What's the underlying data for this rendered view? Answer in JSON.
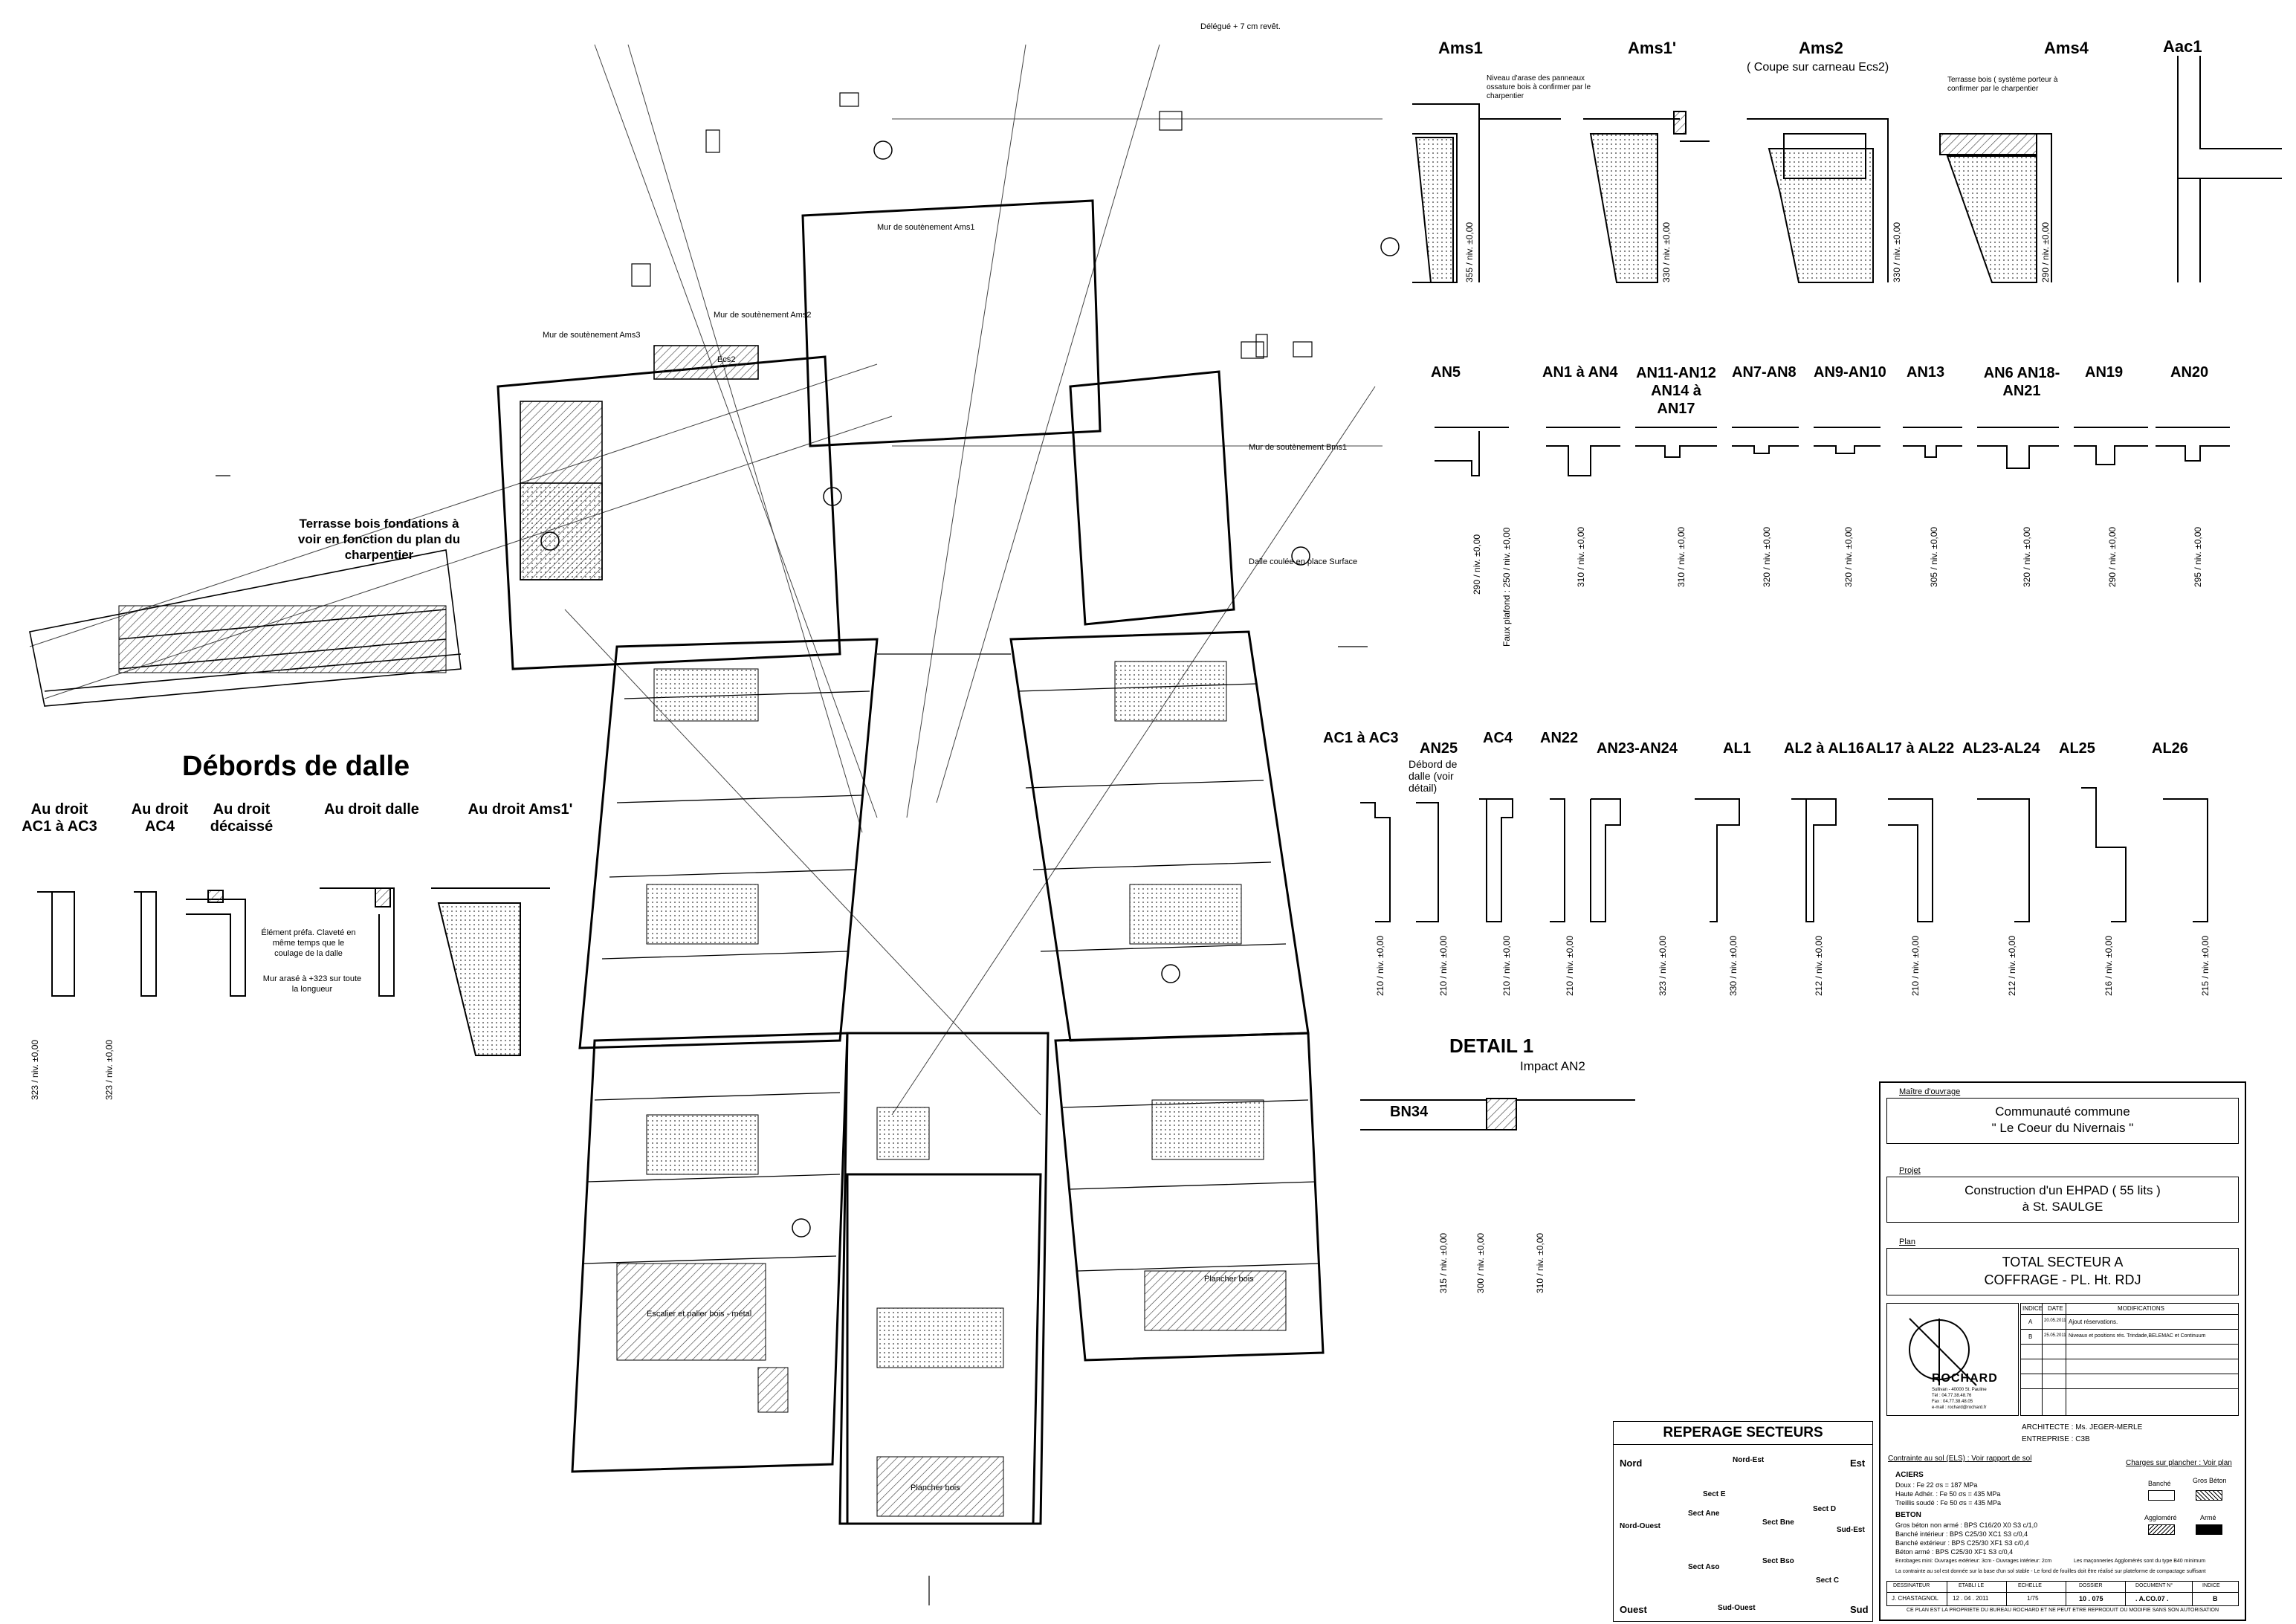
{
  "sections": {
    "plan_notes": {
      "terrasse": "Terrasse bois fondations à voir en fonction du plan du charpentier",
      "mur_ams1": "Mur de soutènement Ams1",
      "mur_ams2": "Mur de soutènement Ams2",
      "mur_ams3": "Mur de soutènement Ams3",
      "mur_bms1": "Mur de soutènement Bms1",
      "dalle_couler": "Dalle coulée en place Surface",
      "escalier": "Escalier et palier bois - métal",
      "plancher_bois_1": "Plancher bois",
      "plancher_bois_2": "Plancher bois",
      "ecs2": "Ecs2",
      "deleg": "Délégué + 7 cm revêt."
    },
    "debords": {
      "title": "Débords de dalle",
      "labels": [
        "Au droit AC1 à AC3",
        "Au droit AC4",
        "Au droit décaissé",
        "Au droit dalle",
        "Au droit Ams1'"
      ],
      "element_prefa": "Élément préfa. Claveté en même temps que le coulage de la dalle",
      "mur_arase": "Mur arasé à +323 sur toute la longueur",
      "lv1": "323 / niv. ±0,00",
      "lv2": "323 / niv. ±0,00"
    },
    "ams_row": {
      "labels": [
        "Ams1",
        "Ams1'",
        "Ams2",
        "Ams4",
        "Aac1"
      ],
      "ams2_sub": "( Coupe sur carneau Ecs2)",
      "note1": "Niveau d'arase des panneaux ossature bois à confirmer par le charpentier",
      "note4": "Terrasse bois ( système porteur à confirmer par le charpentier",
      "levels": [
        "355 / niv. ±0,00",
        "330 / niv. ±0,00",
        "330 / niv. ±0,00",
        "290 / niv. ±0,00"
      ]
    },
    "an_row": {
      "labels": [
        "AN5",
        "AN1 à AN4",
        "AN11-AN12 AN14 à AN17",
        "AN7-AN8",
        "AN9-AN10",
        "AN13",
        "AN6 AN18-AN21",
        "AN19",
        "AN20"
      ],
      "levels": [
        "290 / niv. ±0,00",
        "310 / niv. ±0,00",
        "310 / niv. ±0,00",
        "320 / niv. ±0,00",
        "320 / niv. ±0,00",
        "305 / niv. ±0,00",
        "320 / niv. ±0,00",
        "290 / niv. ±0,00",
        "295 / niv. ±0,00"
      ],
      "faux_plafond": "Faux plafond : 250 / niv. ±0,00"
    },
    "ac_row": {
      "labels": [
        "AC1 à AC3",
        "AN25",
        "AC4",
        "AN22",
        "AN23-AN24",
        "AL1",
        "AL2 à AL16",
        "AL17 à AL22",
        "AL23-AL24",
        "AL25",
        "AL26"
      ],
      "debord": "Débord de dalle (voir détail)",
      "levels": [
        "210 / niv. ±0,00",
        "210 / niv. ±0,00",
        "210 / niv. ±0,00",
        "210 / niv. ±0,00",
        "323 / niv. ±0,00",
        "330 / niv. ±0,00",
        "212 / niv. ±0,00",
        "210 / niv. ±0,00",
        "212 / niv. ±0,00",
        "216 / niv. ±0,00",
        "215 / niv. ±0,00"
      ]
    },
    "detail": {
      "title": "DETAIL 1",
      "impact": "Impact AN2",
      "bn34": "BN34",
      "levels": [
        "315 / niv. ±0,00",
        "300 / niv. ±0,00",
        "310 / niv. ±0,00"
      ]
    },
    "reperage": {
      "title": "REPERAGE SECTEURS",
      "dirs": [
        "Nord",
        "Nord-Est",
        "Est",
        "Nord-Ouest",
        "Sud-Est",
        "Ouest",
        "Sud-Ouest",
        "Sud"
      ],
      "sects": [
        "Sect E",
        "Sect D",
        "Sect Bne",
        "Sect Bso",
        "Sect Ane",
        "Sect Aso",
        "Sect C"
      ]
    }
  },
  "title_block": {
    "maitre_caption": "Maître d'ouvrage",
    "maitre_line1": "Communauté commune",
    "maitre_line2": "\" Le Coeur du Nivernais \"",
    "projet_caption": "Projet",
    "projet_line1": "Construction d'un EHPAD ( 55 lits )",
    "projet_line2": "à St. SAULGE",
    "plan_caption": "Plan",
    "plan_line1": "TOTAL SECTEUR A",
    "plan_line2": "COFFRAGE - PL. Ht. RDJ",
    "firm": "ROCHARD",
    "firm_addr": "Sullivan - 40000 St. Pauline\nTél : 04.77.38.48.76\nFax : 04.77.38.48.05\ne-mail : rochard@rochard.fr",
    "mod_headers": [
      "INDICE",
      "DATE",
      "MODIFICATIONS"
    ],
    "mod_rows": [
      [
        "A",
        "20.05.2011",
        "Ajout réservations."
      ],
      [
        "B",
        "25.05.2011",
        "Niveaux et positions rés. Trindade,BELEMAC et Continuum"
      ]
    ],
    "architecte": "ARCHITECTE : Ms. JEGER-MERLE",
    "entreprise": "ENTREPRISE : C3B",
    "contrainte": "Contrainte au sol (ELS) : Voir rapport de sol",
    "charges": "Charges sur plancher : Voir plan",
    "aciers_title": "ACIERS",
    "aciers": [
      "Doux : Fe 22 σs = 187 MPa",
      "Haute Adhér. : Fe 50 σs = 435 MPa",
      "Treillis soudé : Fe 50 σs = 435 MPa"
    ],
    "beton_title": "BETON",
    "beton": [
      "Gros béton non armé : BPS C16/20 X0 S3 c/1,0",
      "Banché intérieur : BPS C25/30 XC1 S3 c/0,4",
      "Banché extérieur : BPS C25/30 XF1 S3 c/0,4",
      "Béton armé : BPS C25/30 XF1 S3 c/0,4"
    ],
    "legend_banche": "Banché",
    "legend_gros": "Gros Béton",
    "legend_agglo": "Aggloméré",
    "legend_arme": "Armé",
    "note_enrobage": "Enrobages mini: Ouvrages extérieur: 3cm - Ouvrages intérieur: 2cm",
    "note_maconneries": "Les maçonneries Agglomérés sont du type B40 minimum",
    "note_contrainte": "La contrainte au sol est donnée sur la base d'un sol stable - Le fond de fouilles doit être réalisé sur plateforme de compactage suffisant",
    "foot_headers": [
      "DESSINATEUR",
      "ETABLI LE",
      "ECHELLE",
      "DOSSIER",
      "DOCUMENT N°",
      "INDICE"
    ],
    "foot_values": [
      "J. CHASTAGNOL",
      "12 . 04 . 2011",
      "1/75",
      "10 . 075",
      ". A.CO.07 .",
      "B"
    ],
    "propriete": "CE PLAN EST LA PROPRIETE DU BUREAU ROCHARD ET NE PEUT ETRE REPRODUIT OU MODIFIE SANS SON AUTORISATION"
  },
  "colors": {
    "ink": "#000000",
    "hatch": "#555555",
    "paper": "#ffffff"
  }
}
